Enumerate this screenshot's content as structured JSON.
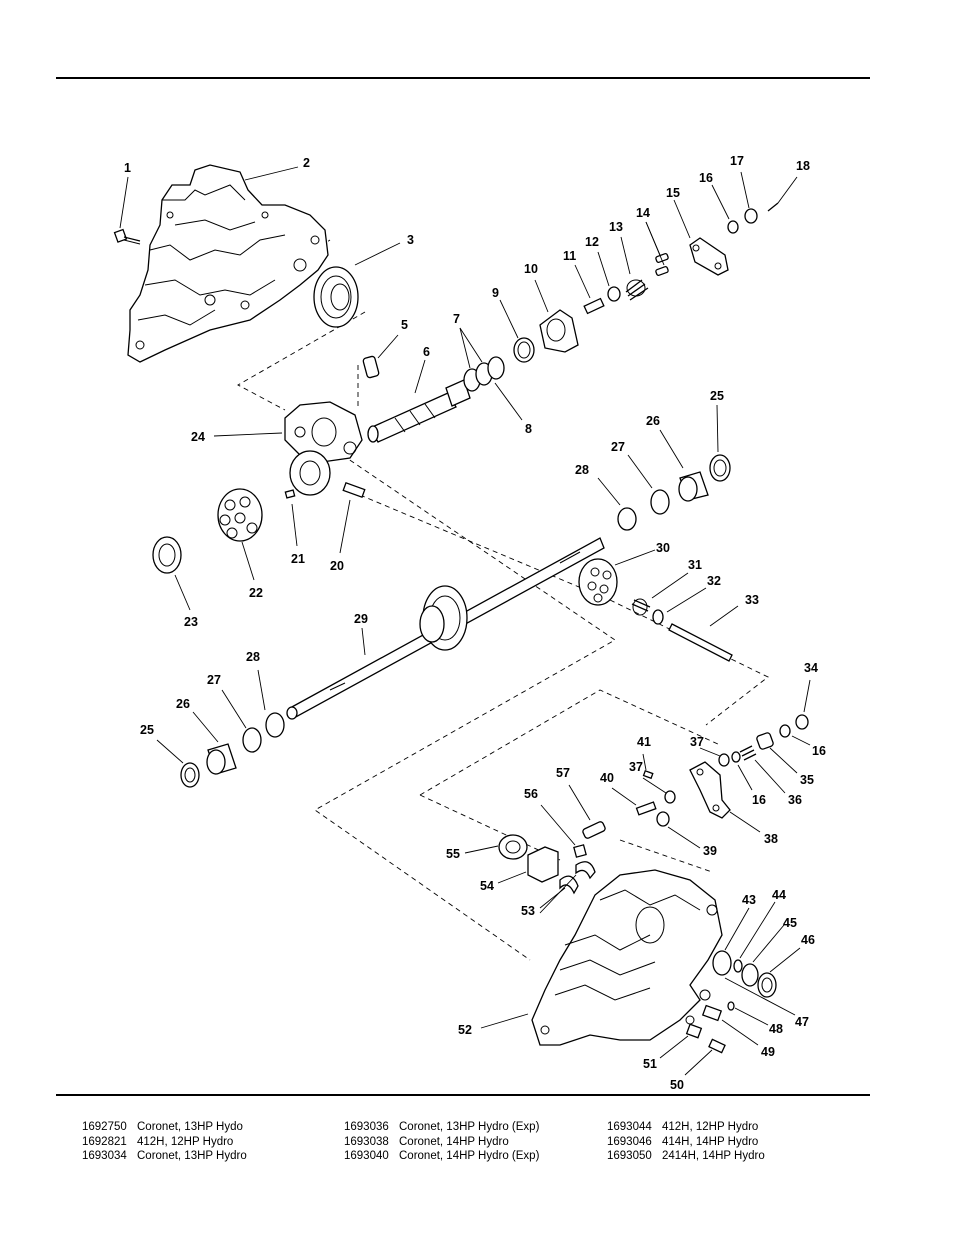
{
  "callouts": [
    {
      "id": "c1",
      "label": "1"
    },
    {
      "id": "c2",
      "label": "2"
    },
    {
      "id": "c3",
      "label": "3"
    },
    {
      "id": "c5",
      "label": "5"
    },
    {
      "id": "c6",
      "label": "6"
    },
    {
      "id": "c7",
      "label": "7"
    },
    {
      "id": "c8",
      "label": "8"
    },
    {
      "id": "c9",
      "label": "9"
    },
    {
      "id": "c10",
      "label": "10"
    },
    {
      "id": "c11",
      "label": "11"
    },
    {
      "id": "c12",
      "label": "12"
    },
    {
      "id": "c13",
      "label": "13"
    },
    {
      "id": "c14",
      "label": "14"
    },
    {
      "id": "c15",
      "label": "15"
    },
    {
      "id": "c16a",
      "label": "16"
    },
    {
      "id": "c17",
      "label": "17"
    },
    {
      "id": "c18",
      "label": "18"
    },
    {
      "id": "c20",
      "label": "20"
    },
    {
      "id": "c21",
      "label": "21"
    },
    {
      "id": "c22",
      "label": "22"
    },
    {
      "id": "c23",
      "label": "23"
    },
    {
      "id": "c24",
      "label": "24"
    },
    {
      "id": "c25a",
      "label": "25"
    },
    {
      "id": "c26a",
      "label": "26"
    },
    {
      "id": "c27a",
      "label": "27"
    },
    {
      "id": "c28a",
      "label": "28"
    },
    {
      "id": "c29",
      "label": "29"
    },
    {
      "id": "c30",
      "label": "30"
    },
    {
      "id": "c31",
      "label": "31"
    },
    {
      "id": "c32",
      "label": "32"
    },
    {
      "id": "c33",
      "label": "33"
    },
    {
      "id": "c34",
      "label": "34"
    },
    {
      "id": "c28b",
      "label": "28"
    },
    {
      "id": "c27b",
      "label": "27"
    },
    {
      "id": "c26b",
      "label": "26"
    },
    {
      "id": "c25b",
      "label": "25"
    },
    {
      "id": "c16b",
      "label": "16"
    },
    {
      "id": "c35",
      "label": "35"
    },
    {
      "id": "c36",
      "label": "36"
    },
    {
      "id": "c16c",
      "label": "16"
    },
    {
      "id": "c37a",
      "label": "37"
    },
    {
      "id": "c41",
      "label": "41"
    },
    {
      "id": "c37b",
      "label": "37"
    },
    {
      "id": "c40",
      "label": "40"
    },
    {
      "id": "c38",
      "label": "38"
    },
    {
      "id": "c39",
      "label": "39"
    },
    {
      "id": "c57",
      "label": "57"
    },
    {
      "id": "c56",
      "label": "56"
    },
    {
      "id": "c55",
      "label": "55"
    },
    {
      "id": "c54",
      "label": "54"
    },
    {
      "id": "c53",
      "label": "53"
    },
    {
      "id": "c52",
      "label": "52"
    },
    {
      "id": "c43",
      "label": "43"
    },
    {
      "id": "c44",
      "label": "44"
    },
    {
      "id": "c45",
      "label": "45"
    },
    {
      "id": "c46",
      "label": "46"
    },
    {
      "id": "c47",
      "label": "47"
    },
    {
      "id": "c48",
      "label": "48"
    },
    {
      "id": "c49",
      "label": "49"
    },
    {
      "id": "c51",
      "label": "51"
    },
    {
      "id": "c50",
      "label": "50"
    }
  ],
  "models": [
    [
      {
        "number": "1692750",
        "name": "Coronet, 13HP Hydo"
      },
      {
        "number": "1692821",
        "name": "412H, 12HP Hydro"
      },
      {
        "number": "1693034",
        "name": "Coronet, 13HP Hydro"
      }
    ],
    [
      {
        "number": "1693036",
        "name": "Coronet, 13HP Hydro (Exp)"
      },
      {
        "number": "1693038",
        "name": "Coronet, 14HP Hydro"
      },
      {
        "number": "1693040",
        "name": "Coronet, 14HP Hydro (Exp)"
      }
    ],
    [
      {
        "number": "1693044",
        "name": "412H, 12HP Hydro"
      },
      {
        "number": "1693046",
        "name": "414H, 14HP Hydro"
      },
      {
        "number": "1693050",
        "name": "2414H, 14HP Hydro"
      }
    ]
  ]
}
